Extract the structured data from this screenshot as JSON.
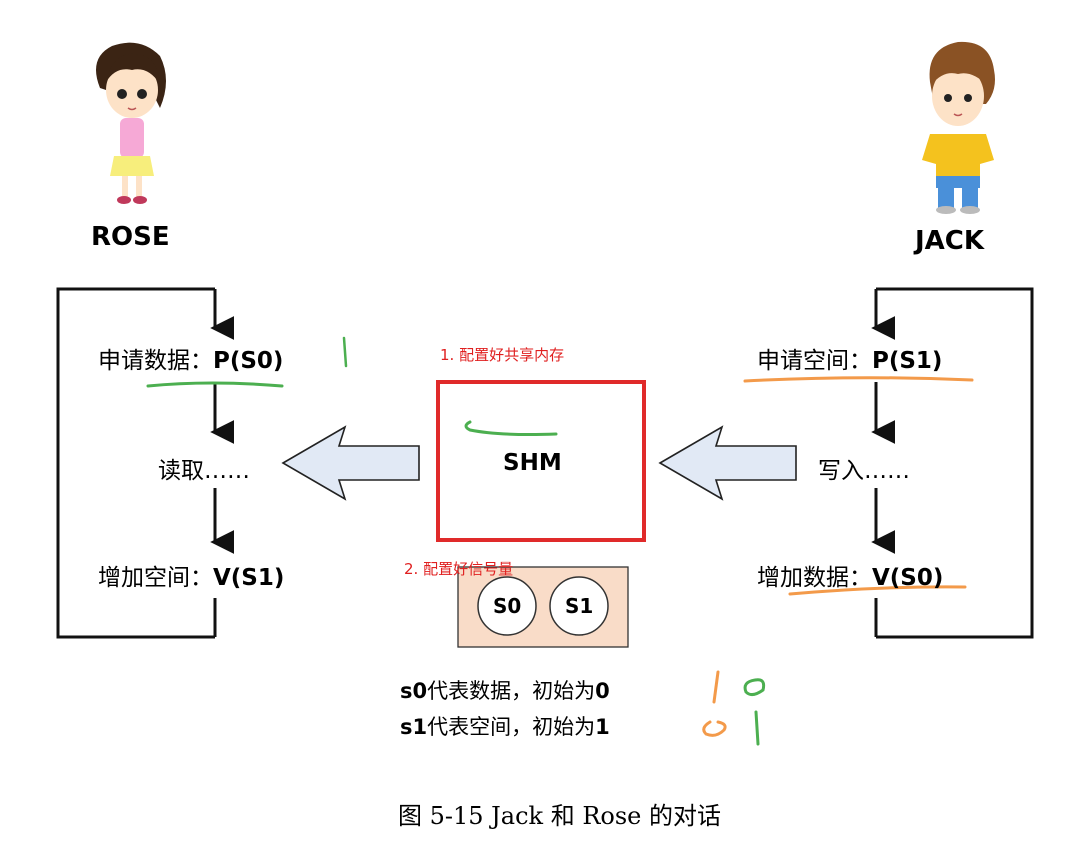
{
  "rose": {
    "name": "ROSE",
    "step1_text": "申请数据：",
    "step1_op": "P(S0)",
    "step2": "读取……",
    "step3_text": "增加空间：",
    "step3_op": "V(S1)"
  },
  "jack": {
    "name": "JACK",
    "step1_text": "申请空间：",
    "step1_op": "P(S1)",
    "step2": "写入……",
    "step3_text": "增加数据：",
    "step3_op": "V(S0)"
  },
  "shm": {
    "note": "1. 配置好共享内存",
    "label": "SHM"
  },
  "semaphores": {
    "note": "2. 配置好信号量",
    "s0": "S0",
    "s1": "S1"
  },
  "legend": {
    "line1_var": "s0",
    "line1_text": "代表数据，初始为",
    "line1_val": "0",
    "line2_var": "s1",
    "line2_text": "代表空间，初始为",
    "line2_val": "1"
  },
  "caption": "图 5-15 Jack 和 Rose 的对话",
  "colors": {
    "shm_border": "#e02a2a",
    "sem_box_fill": "#f9dcc8",
    "arrow_fill": "#e1e9f5",
    "arrow_stroke": "#222222",
    "annot_green": "#4caf50",
    "annot_orange": "#f39a4a"
  }
}
